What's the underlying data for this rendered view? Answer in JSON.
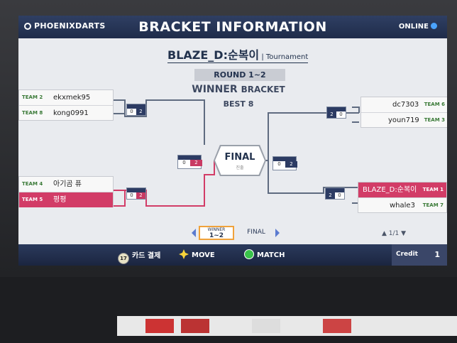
{
  "header": {
    "brand": "PHOENIXDARTS",
    "title": "BRACKET INFORMATION",
    "status": "ONLINE"
  },
  "tournament": {
    "name": "BLAZE_D:순복이",
    "suffix": "Tournament",
    "round": "ROUND 1~2",
    "bracket_main": "WINNER",
    "bracket_sub": "BRACKET",
    "best": "BEST 8"
  },
  "final": {
    "label": "FINAL",
    "sub": "진출"
  },
  "matches": {
    "left_top": {
      "p1": {
        "team": "TEAM 2",
        "name": "ekxmek95"
      },
      "p2": {
        "team": "TEAM 8",
        "name": "kong0991"
      },
      "score": [
        "0",
        "2"
      ]
    },
    "left_bottom": {
      "p1": {
        "team": "TEAM 4",
        "name": "아기곰 퓨"
      },
      "p2": {
        "team": "TEAM 5",
        "name": "평평"
      },
      "score": [
        "0",
        "2"
      ]
    },
    "right_top": {
      "p1": {
        "team": "TEAM 6",
        "name": "dc7303"
      },
      "p2": {
        "team": "TEAM 3",
        "name": "youn719"
      },
      "score": [
        "2",
        "0"
      ]
    },
    "right_bottom": {
      "p1": {
        "team": "TEAM 1",
        "name": "BLAZE_D:순복이"
      },
      "p2": {
        "team": "TEAM 7",
        "name": "whale3"
      },
      "score": [
        "2",
        "0"
      ]
    },
    "semi_left": {
      "score": [
        "0",
        "2"
      ]
    },
    "semi_right": {
      "score": [
        "0",
        "2"
      ]
    }
  },
  "tabs": {
    "winner_top": "WINNER",
    "winner_bottom": "1~2",
    "final": "FINAL",
    "page": "1/1"
  },
  "footer": {
    "card": "카드 결제",
    "card_icon": "17",
    "move": "MOVE",
    "match": "MATCH",
    "credit_label": "Credit",
    "credit_value": "1"
  },
  "colors": {
    "accent": "#d23c67",
    "navy": "#1f2c4a",
    "green": "#39c24a"
  }
}
